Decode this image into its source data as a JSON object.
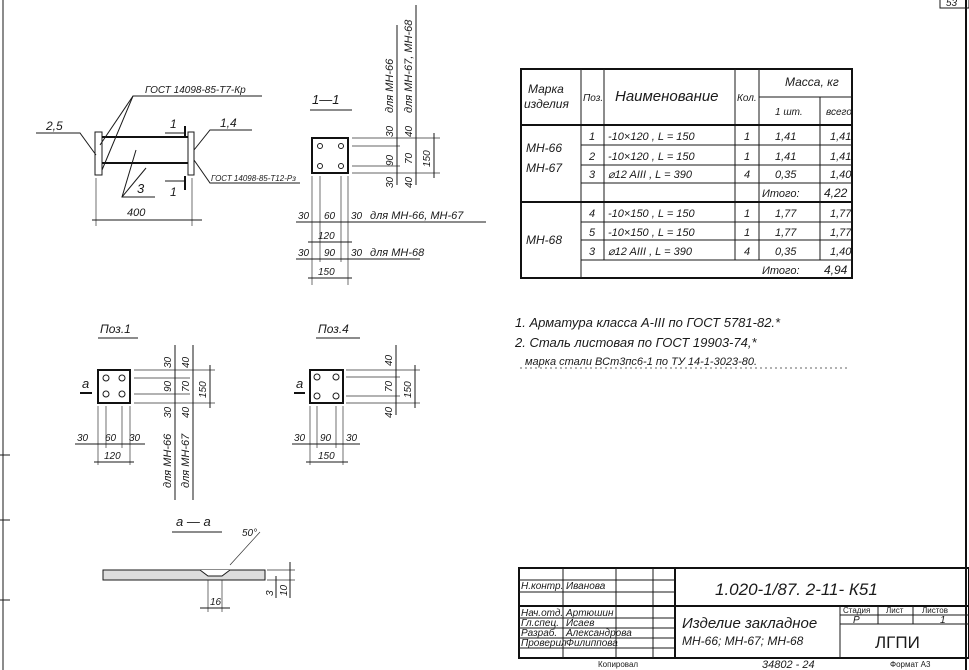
{
  "sheet_number": "53",
  "main_view": {
    "leader_left": "2,5",
    "leader_right": "1,4",
    "weld_top": "ГОСТ 14098-85-Т7-Кр",
    "weld_bottom": "ГОСТ 14098-85-Т12-Рз",
    "bar_pos": "3",
    "section_mark": "1",
    "length": "400"
  },
  "section_1_1": {
    "title": "1—1",
    "dims_v1": [
      "30",
      "90",
      "30"
    ],
    "dims_v2": [
      "40",
      "70",
      "40"
    ],
    "total_v": "150",
    "vlabel_1": "для МН-66",
    "vlabel_2": "для МН-67, МН-68",
    "row1": [
      "30",
      "60",
      "30"
    ],
    "row1_label": "для МН-66, МН-67",
    "row1_total": "120",
    "row2": [
      "30",
      "90",
      "30"
    ],
    "row2_label": "для МН-68",
    "row2_total": "150"
  },
  "pos1": {
    "title": "Поз.1",
    "cut": "а",
    "dims_v1": [
      "30",
      "90",
      "30"
    ],
    "dims_v2": [
      "40",
      "70",
      "40"
    ],
    "total_v": "150",
    "vlabel_1": "для МН-66",
    "vlabel_2": "для МН-67",
    "bottom": [
      "30",
      "60",
      "30"
    ],
    "bottom_total": "120"
  },
  "pos4": {
    "title": "Поз.4",
    "cut": "а",
    "dims_v": [
      "40",
      "70",
      "40"
    ],
    "total_v": "150",
    "bottom": [
      "30",
      "90",
      "30"
    ],
    "bottom_total": "150"
  },
  "section_a_a": {
    "title": "а — а",
    "angle": "50°",
    "width": "16",
    "gap": "3",
    "thickness": "10"
  },
  "spec_table": {
    "headers": {
      "mark": "Марка изделия",
      "mark_1": "Марка",
      "mark_2": "изделия",
      "pos": "Поз.",
      "name": "Наименование",
      "qty": "Кол.",
      "mass": "Масса, кг",
      "mass_unit": "1 шт.",
      "mass_total": "всего"
    },
    "groups": [
      {
        "marks": [
          "МН-66",
          "МН-67"
        ],
        "rows": [
          {
            "pos": "1",
            "name": "-10×120 , L = 150",
            "qty": "1",
            "unit": "1,41",
            "total": "1,41"
          },
          {
            "pos": "2",
            "name": "-10×120 , L = 150",
            "qty": "1",
            "unit": "1,41",
            "total": "1,41"
          },
          {
            "pos": "3",
            "name": "⌀12 AIII , L = 390",
            "qty": "4",
            "unit": "0,35",
            "total": "1,40"
          }
        ],
        "subtotal_label": "Итого:",
        "subtotal": "4,22"
      },
      {
        "marks": [
          "МН-68"
        ],
        "rows": [
          {
            "pos": "4",
            "name": "-10×150 , L = 150",
            "qty": "1",
            "unit": "1,77",
            "total": "1,77"
          },
          {
            "pos": "5",
            "name": "-10×150 , L = 150",
            "qty": "1",
            "unit": "1,77",
            "total": "1,77"
          },
          {
            "pos": "3",
            "name": "⌀12 AIII , L = 390",
            "qty": "4",
            "unit": "0,35",
            "total": "1,40"
          }
        ],
        "subtotal_label": "Итого:",
        "subtotal": "4,94"
      }
    ]
  },
  "notes": [
    "1. Арматура класса A-III по ГОСТ 5781-82.*",
    "2. Сталь листовая по ГОСТ 19903-74,*",
    "марка стали ВСт3пс6-1 по ТУ 14-1-3023-80."
  ],
  "title_block": {
    "designation": "1.020-1/87. 2-11- К51",
    "product_name_1": "Изделие закладное",
    "product_name_2": "МН-66; МН-67; МН-68",
    "stage_label": "Стадия",
    "sheet_label": "Лист",
    "sheets_label": "Листов",
    "stage": "Р",
    "sheets": "1",
    "organization": "ЛГПИ",
    "roles": [
      {
        "role": "Н.контр.",
        "name": "Иванова"
      },
      {
        "role": "Нач.отд.",
        "name": "Артюшин"
      },
      {
        "role": "Гл.спец.",
        "name": "Исаев"
      },
      {
        "role": "Разраб.",
        "name": "Александрова"
      },
      {
        "role": "Проверил",
        "name": "Филиппова"
      }
    ],
    "copied": "Копировал",
    "inventory": "34802 - 24",
    "format": "Формат А3"
  }
}
